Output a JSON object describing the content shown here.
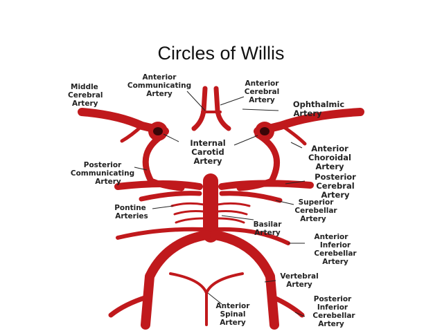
{
  "title": "Circles of Willis",
  "artery_color": "#c0191c",
  "labels": {
    "middle_cerebral": [
      "Middle",
      "Cerebral",
      "Artery"
    ],
    "anterior_communicating": [
      "Anterior",
      "Communicating",
      "Artery"
    ],
    "anterior_cerebral": [
      "Anterior",
      "Cerebral",
      "Artery"
    ],
    "ophthalmic": [
      "Ophthalmic",
      "Artery"
    ],
    "internal_carotid": [
      "Internal",
      "Carotid",
      "Artery"
    ],
    "anterior_choroidal": [
      "Anterior",
      "Choroidal",
      "Artery"
    ],
    "posterior_communicating": [
      "Posterior",
      "Communicating",
      "Artery"
    ],
    "posterior_cerebral": [
      "Posterior",
      "Cerebral",
      "Artery"
    ],
    "pontine": [
      "Pontine",
      "Arteries"
    ],
    "superior_cerebellar": [
      "Superior",
      "Cerebellar",
      "Artery"
    ],
    "basilar": [
      "Basilar",
      "Artery"
    ],
    "anterior_inferior_cerebellar": [
      "Anterior",
      "Inferior",
      "Cerebellar",
      "Artery"
    ],
    "vertebral": [
      "Vertebral",
      "Artery"
    ],
    "anterior_spinal": [
      "Anterior",
      "Spinal",
      "Artery"
    ],
    "posterior_inferior_cerebellar": [
      "Posterior",
      "Inferior",
      "Cerebellar",
      "Artery"
    ]
  }
}
